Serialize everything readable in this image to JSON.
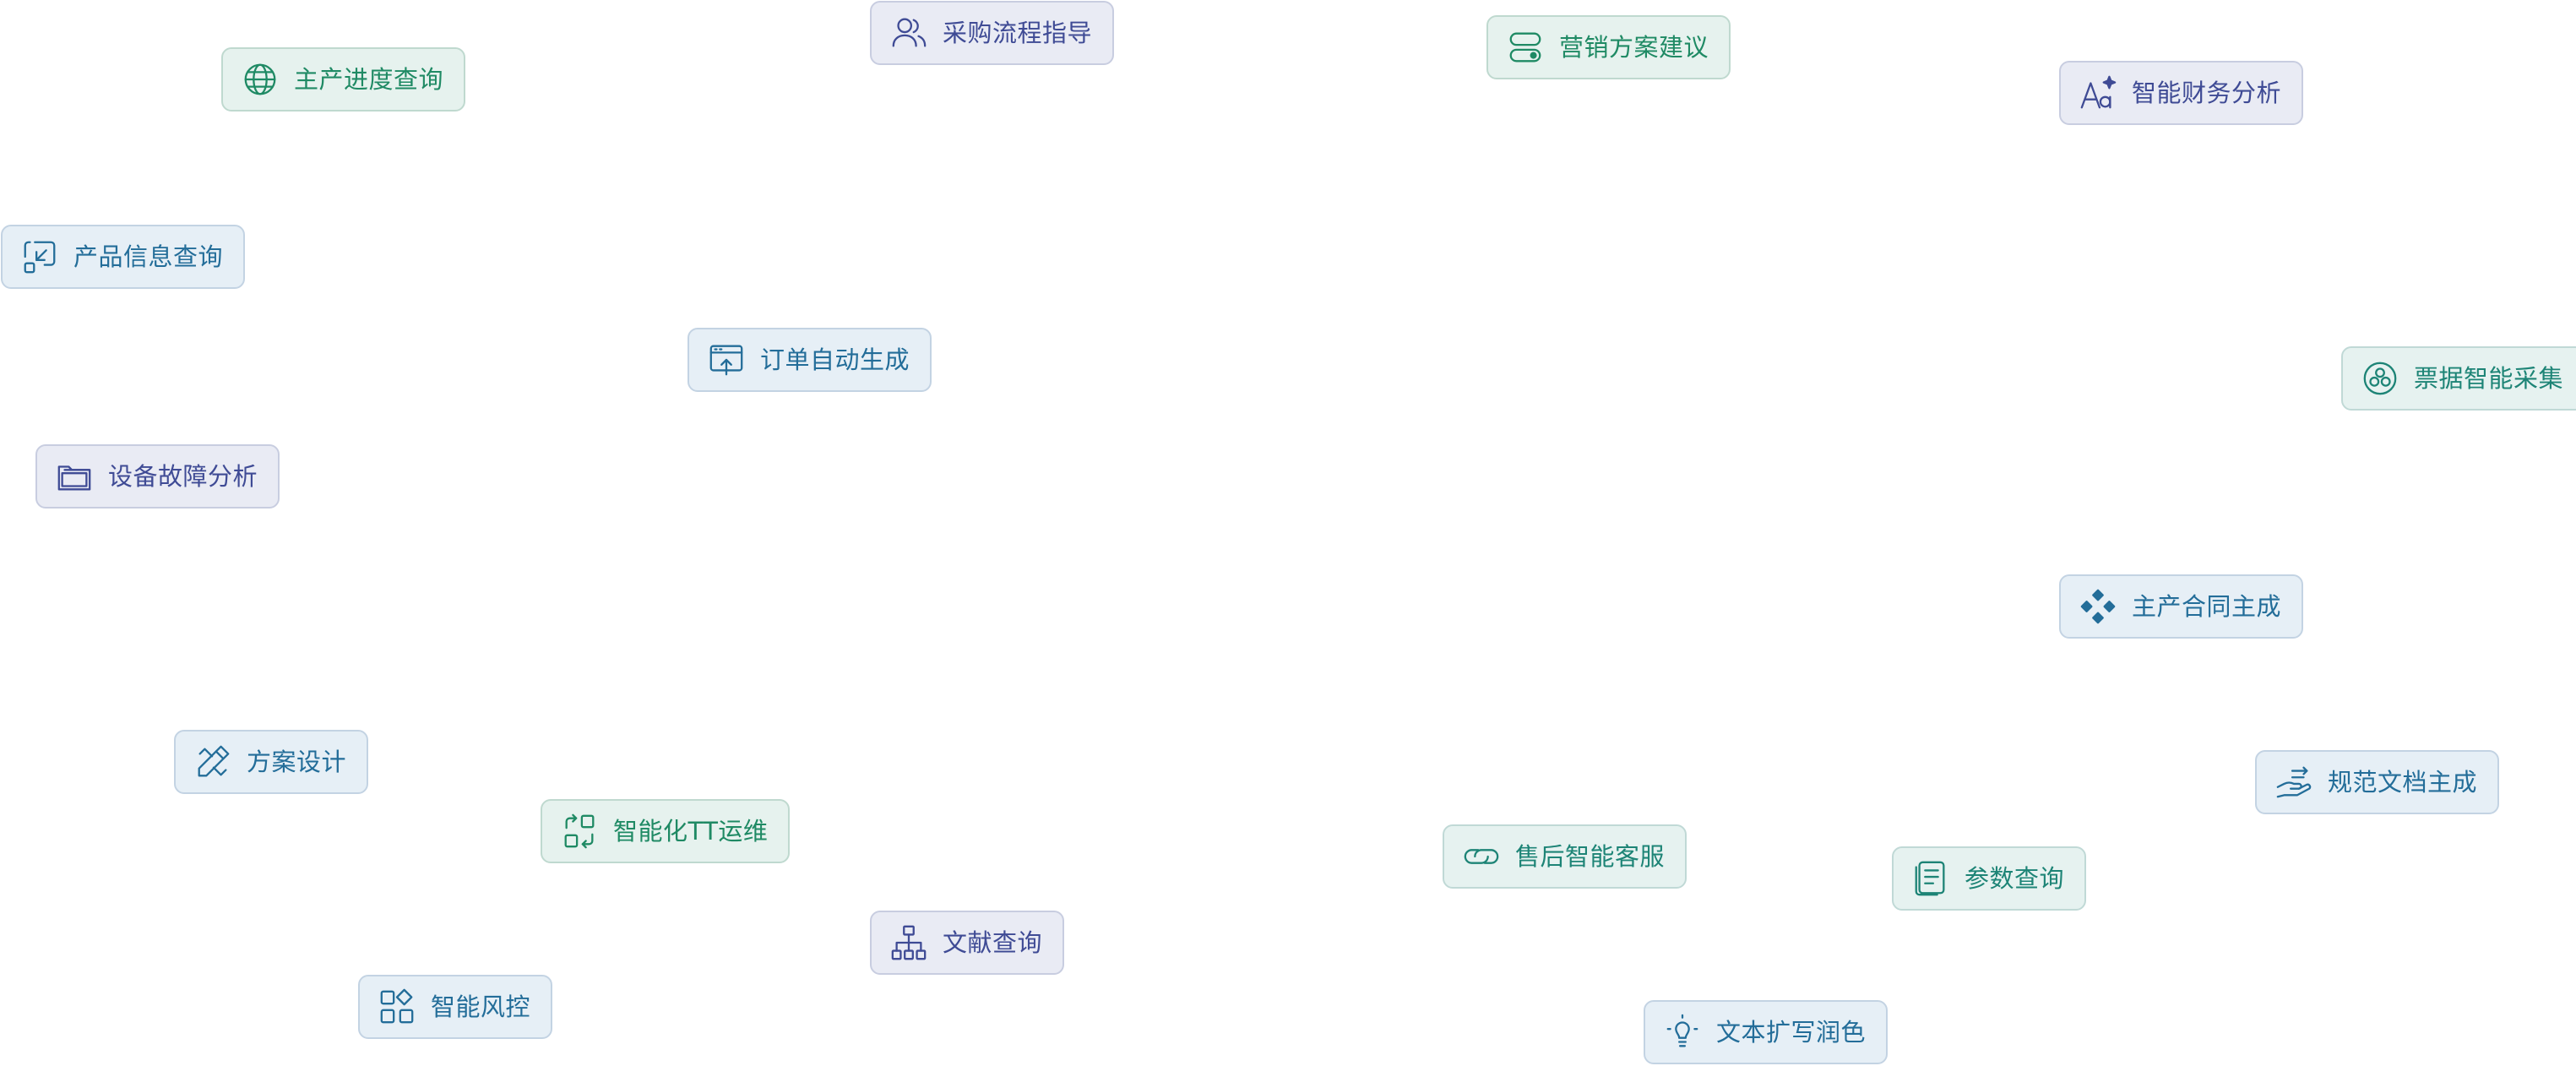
{
  "chips": [
    {
      "label": "主产进度查询",
      "icon": "globe-icon",
      "tint": "green"
    },
    {
      "label": "采购流程指导",
      "icon": "users-icon",
      "tint": "indigo"
    },
    {
      "label": "营销方案建议",
      "icon": "toggle-stack-icon",
      "tint": "green"
    },
    {
      "label": "智能财务分析",
      "icon": "font-sparkle-icon",
      "tint": "indigo"
    },
    {
      "label": "产品信息查询",
      "icon": "shrink-arrow-icon",
      "tint": "blue"
    },
    {
      "label": "订单自动生成",
      "icon": "screen-upload-icon",
      "tint": "blue"
    },
    {
      "label": "票据智能采集",
      "icon": "cells-circle-icon",
      "tint": "teal"
    },
    {
      "label": "设备故障分析",
      "icon": "folder-icon",
      "tint": "indigo"
    },
    {
      "label": "主产合同主成",
      "icon": "diamonds-cluster-icon",
      "tint": "blue"
    },
    {
      "label": "方案设计",
      "icon": "pencil-ruler-icon",
      "tint": "blue"
    },
    {
      "label": "规范文档主成",
      "icon": "hand-give-icon",
      "tint": "blue"
    },
    {
      "label": "智能化TT运维",
      "icon": "swap-squares-icon",
      "tint": "green"
    },
    {
      "label": "售后智能客服",
      "icon": "link-icon",
      "tint": "teal"
    },
    {
      "label": "参数查询",
      "icon": "document-list-icon",
      "tint": "teal"
    },
    {
      "label": "文献查询",
      "icon": "hierarchy-icon",
      "tint": "indigo"
    },
    {
      "label": "智能风控",
      "icon": "apps-grid-icon",
      "tint": "blue"
    },
    {
      "label": "文本扩写润色",
      "icon": "lightbulb-icon",
      "tint": "blue"
    }
  ]
}
